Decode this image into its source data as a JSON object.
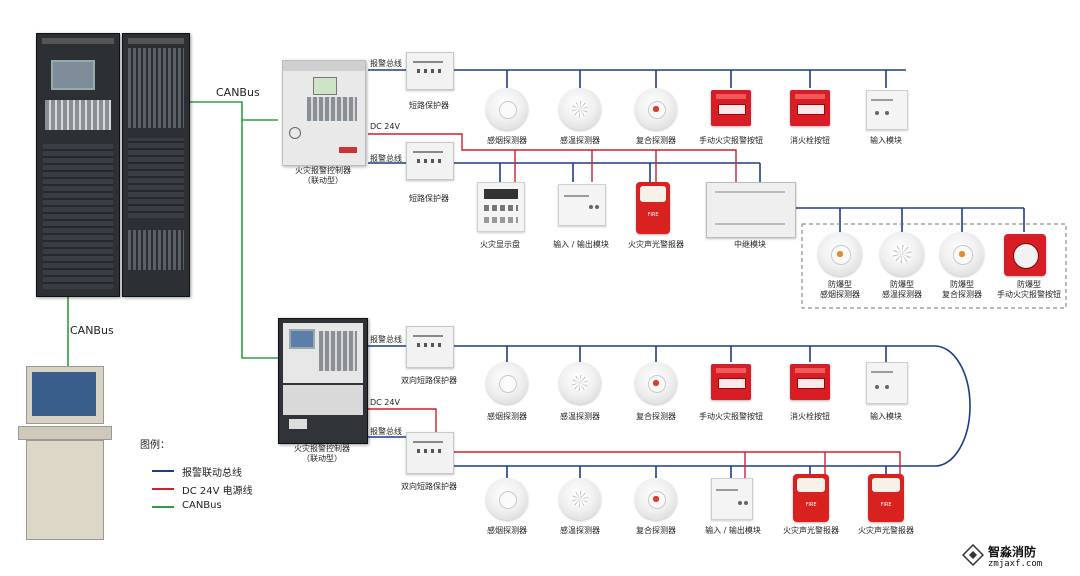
{
  "colors": {
    "alarm_bus": "#1f3c88",
    "power": "#d0202a",
    "canbus": "#2ea043",
    "box_border": "#777777"
  },
  "labels": {
    "canbus_top": "CANBus",
    "canbus_left": "CANBus",
    "ctrl_top": "火灾报警控制器\n（联动型）",
    "ctrl_bottom": "火灾报警控制器\n（联动型）",
    "bus_alarm_1": "报警总线",
    "bus_alarm_2": "报警总线",
    "bus_alarm_3": "报警总线",
    "bus_alarm_4": "报警总线",
    "dc_top": "DC 24V",
    "dc_bottom": "DC 24V",
    "protector_1": "短路保护器",
    "protector_2": "短路保护器",
    "protector_3": "双向短路保护器",
    "protector_4": "双向短路保护器"
  },
  "row1": [
    "感烟探测器",
    "感温探测器",
    "复合探测器",
    "手动火灾报警按钮",
    "消火栓按钮",
    "输入模块"
  ],
  "row2": [
    "火灾显示盘",
    "输入 / 输出模块",
    "火灾声光警报器",
    "中继模块"
  ],
  "row3": [
    "防爆型\n感烟探测器",
    "防爆型\n感温探测器",
    "防爆型\n复合探测器",
    "防爆型\n手动火灾报警按钮"
  ],
  "row4": [
    "感烟探测器",
    "感温探测器",
    "复合探测器",
    "手动火灾报警按钮",
    "消火栓按钮",
    "输入模块"
  ],
  "row5": [
    "感烟探测器",
    "感温探测器",
    "复合探测器",
    "输入 / 输出模块",
    "火灾声光警报器",
    "火灾声光警报器"
  ],
  "legend": {
    "title": "图例：",
    "items": [
      "报警联动总线",
      "DC 24V 电源线",
      "CANBus"
    ]
  },
  "logo": {
    "name": "智淼消防",
    "url": "zmjaxf.com"
  }
}
